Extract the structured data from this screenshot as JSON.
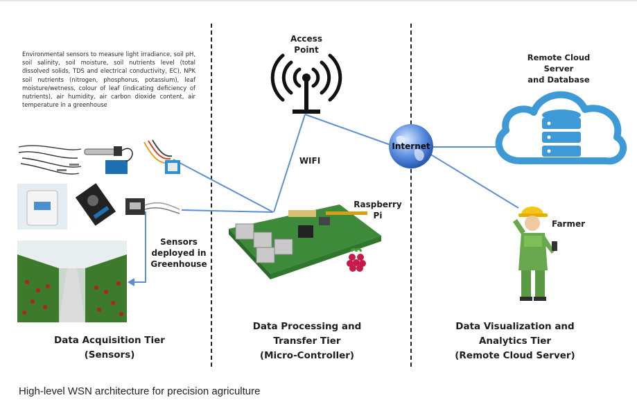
{
  "diagram": {
    "sensor_description": "Environmental sensors to measure light irradiance, soil pH, soil salinity, soil moisture, soil nutrients level (total dissolved solids, TDS and electrical conductivity, EC), NPK soil nutrients (nitrogen, phosphorus, potassium), leaf moisture/wetness, colour of leaf (indicating deficiency of nutrients), air humidity, air carbon dioxide content, air temperature in a greenhouse",
    "access_point_label": [
      "Access",
      "Point"
    ],
    "wifi_label": "WIFI",
    "internet_label": "Internet",
    "cloud_label": [
      "Remote Cloud Server",
      "and Database"
    ],
    "farmer_label": "Farmer",
    "raspberry_label": [
      "Raspberry",
      "Pi"
    ],
    "sensors_deployed_label": [
      "Sensors",
      "deployed in",
      "Greenhouse"
    ],
    "tiers": [
      {
        "lines": [
          "Data Acquisition Tier",
          "(Sensors)"
        ]
      },
      {
        "lines": [
          "Data Processing and",
          "Transfer Tier",
          "(Micro-Controller)"
        ]
      },
      {
        "lines": [
          "Data Visualization and",
          "Analytics Tier",
          "(Remote Cloud Server)"
        ]
      }
    ]
  },
  "caption": "High-level WSN architecture for precision agriculture",
  "colors": {
    "link_line": "#5b8fd1",
    "cloud": "#3d9ad6",
    "globe": "#3c6fc4",
    "farmer_body": "#6aa84f",
    "helmet": "#f5c518",
    "raspberry": "#c51a4a"
  }
}
